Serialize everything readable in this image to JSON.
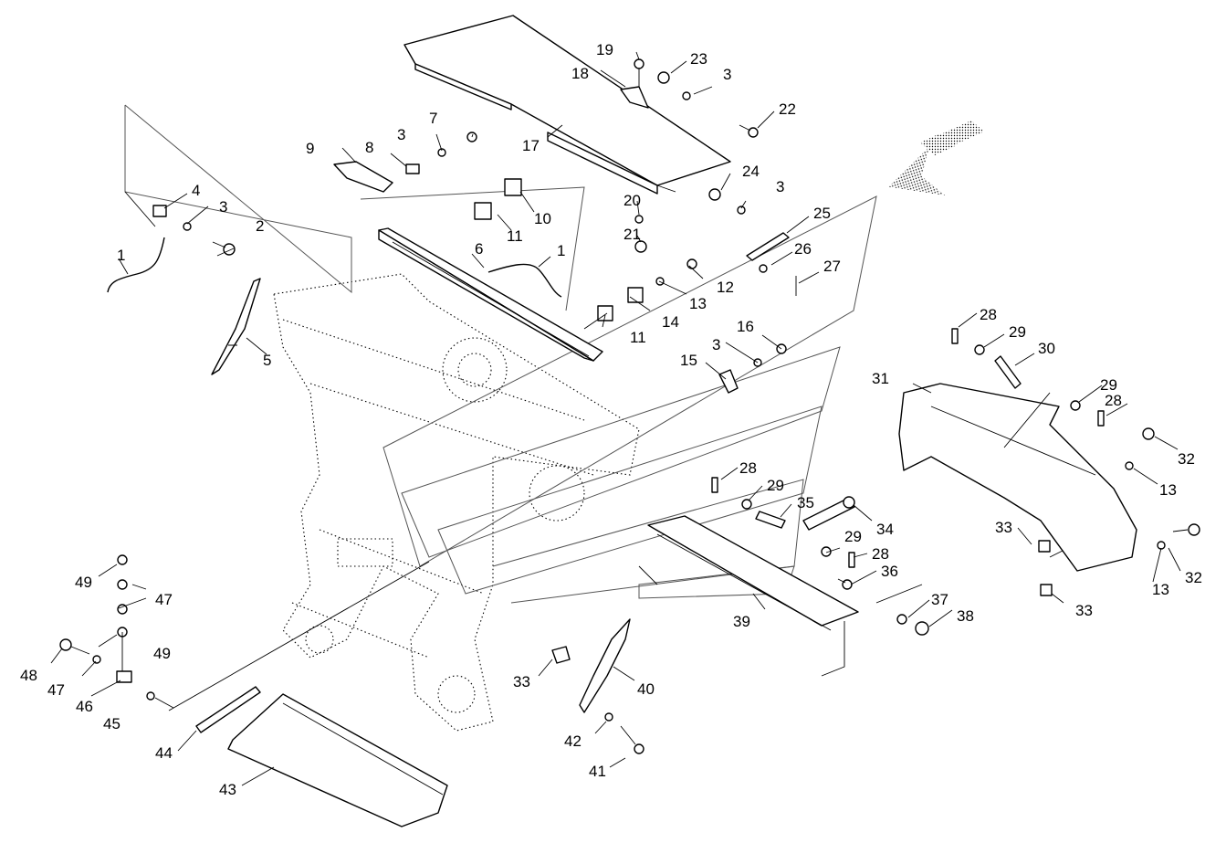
{
  "diagram": {
    "labels": [
      {
        "id": "l1a",
        "text": "1"
      },
      {
        "id": "l1b",
        "text": "1"
      },
      {
        "id": "l2",
        "text": "2"
      },
      {
        "id": "l3a",
        "text": "3"
      },
      {
        "id": "l3b",
        "text": "3"
      },
      {
        "id": "l3c",
        "text": "3"
      },
      {
        "id": "l3d",
        "text": "3"
      },
      {
        "id": "l3e",
        "text": "3"
      },
      {
        "id": "l4",
        "text": "4"
      },
      {
        "id": "l5",
        "text": "5"
      },
      {
        "id": "l6",
        "text": "6"
      },
      {
        "id": "l7",
        "text": "7"
      },
      {
        "id": "l8",
        "text": "8"
      },
      {
        "id": "l9",
        "text": "9"
      },
      {
        "id": "l10",
        "text": "10"
      },
      {
        "id": "l11a",
        "text": "11"
      },
      {
        "id": "l11b",
        "text": "11"
      },
      {
        "id": "l12",
        "text": "12"
      },
      {
        "id": "l13a",
        "text": "13"
      },
      {
        "id": "l13b",
        "text": "13"
      },
      {
        "id": "l13c",
        "text": "13"
      },
      {
        "id": "l14",
        "text": "14"
      },
      {
        "id": "l15",
        "text": "15"
      },
      {
        "id": "l16",
        "text": "16"
      },
      {
        "id": "l17",
        "text": "17"
      },
      {
        "id": "l18",
        "text": "18"
      },
      {
        "id": "l19",
        "text": "19"
      },
      {
        "id": "l20",
        "text": "20"
      },
      {
        "id": "l21",
        "text": "21"
      },
      {
        "id": "l22",
        "text": "22"
      },
      {
        "id": "l23",
        "text": "23"
      },
      {
        "id": "l24",
        "text": "24"
      },
      {
        "id": "l25",
        "text": "25"
      },
      {
        "id": "l26",
        "text": "26"
      },
      {
        "id": "l27",
        "text": "27"
      },
      {
        "id": "l28a",
        "text": "28"
      },
      {
        "id": "l28b",
        "text": "28"
      },
      {
        "id": "l28c",
        "text": "28"
      },
      {
        "id": "l28d",
        "text": "28"
      },
      {
        "id": "l29a",
        "text": "29"
      },
      {
        "id": "l29b",
        "text": "29"
      },
      {
        "id": "l29c",
        "text": "29"
      },
      {
        "id": "l29d",
        "text": "29"
      },
      {
        "id": "l30",
        "text": "30"
      },
      {
        "id": "l31",
        "text": "31"
      },
      {
        "id": "l32a",
        "text": "32"
      },
      {
        "id": "l32b",
        "text": "32"
      },
      {
        "id": "l33a",
        "text": "33"
      },
      {
        "id": "l33b",
        "text": "33"
      },
      {
        "id": "l33c",
        "text": "33"
      },
      {
        "id": "l34",
        "text": "34"
      },
      {
        "id": "l35",
        "text": "35"
      },
      {
        "id": "l36",
        "text": "36"
      },
      {
        "id": "l37",
        "text": "37"
      },
      {
        "id": "l38",
        "text": "38"
      },
      {
        "id": "l39",
        "text": "39"
      },
      {
        "id": "l40",
        "text": "40"
      },
      {
        "id": "l41",
        "text": "41"
      },
      {
        "id": "l42",
        "text": "42"
      },
      {
        "id": "l43",
        "text": "43"
      },
      {
        "id": "l44",
        "text": "44"
      },
      {
        "id": "l45",
        "text": "45"
      },
      {
        "id": "l46",
        "text": "46"
      },
      {
        "id": "l47a",
        "text": "47"
      },
      {
        "id": "l47b",
        "text": "47"
      },
      {
        "id": "l48",
        "text": "48"
      },
      {
        "id": "l49a",
        "text": "49"
      },
      {
        "id": "l49b",
        "text": "49"
      }
    ]
  },
  "colors": {
    "line": "#000000",
    "background": "#ffffff"
  }
}
